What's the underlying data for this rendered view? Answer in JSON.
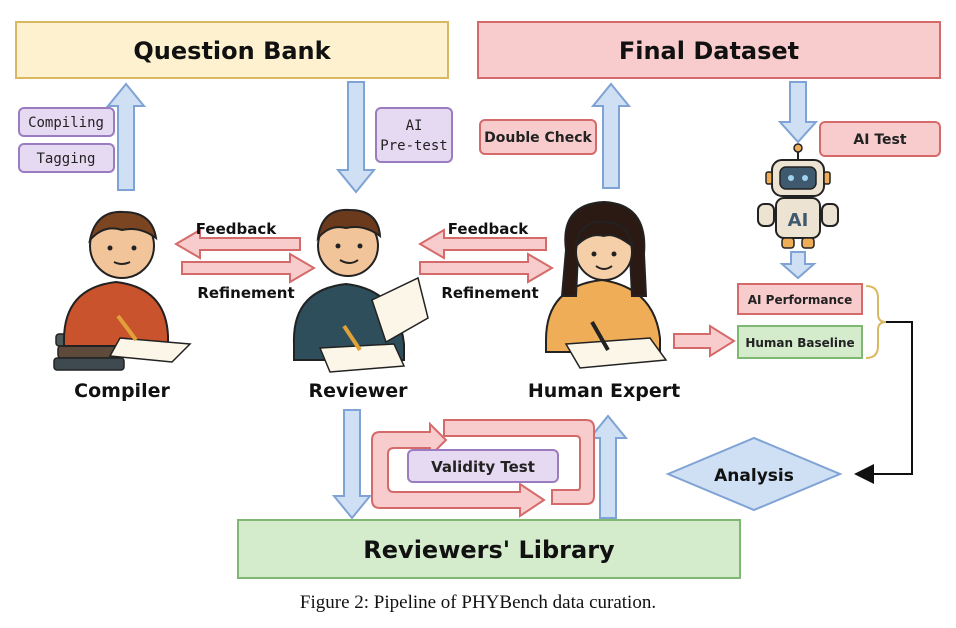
{
  "boxes": {
    "question_bank": "Question Bank",
    "final_dataset": "Final Dataset",
    "reviewers_library": "Reviewers' Library"
  },
  "tags": {
    "compiling": "Compiling",
    "tagging": "Tagging",
    "ai_pretest_line1": "AI",
    "ai_pretest_line2": "Pre-test",
    "double_check": "Double Check",
    "ai_test": "AI Test",
    "validity_test": "Validity Test",
    "ai_performance": "AI Performance",
    "human_baseline": "Human Baseline",
    "analysis": "Analysis",
    "robot_badge": "AI"
  },
  "flow_labels": {
    "feedback_left": "Feedback",
    "refinement_left": "Refinement",
    "feedback_right": "Feedback",
    "refinement_right": "Refinement"
  },
  "roles": {
    "compiler": "Compiler",
    "reviewer": "Reviewer",
    "human_expert": "Human Expert"
  },
  "caption": "Figure 2: Pipeline of PHYBench data curation.",
  "colors": {
    "yellow_fill": "#fdf1cf",
    "yellow_stroke": "#d9b861",
    "red_fill": "#f8cccc",
    "red_stroke": "#d46a6a",
    "green_fill": "#d4ebcc",
    "green_stroke": "#7fb873",
    "purple_fill": "#e6d9f2",
    "purple_stroke": "#9c7cc0",
    "blue_fill": "#cfdff4",
    "blue_stroke": "#7fa3d4"
  }
}
